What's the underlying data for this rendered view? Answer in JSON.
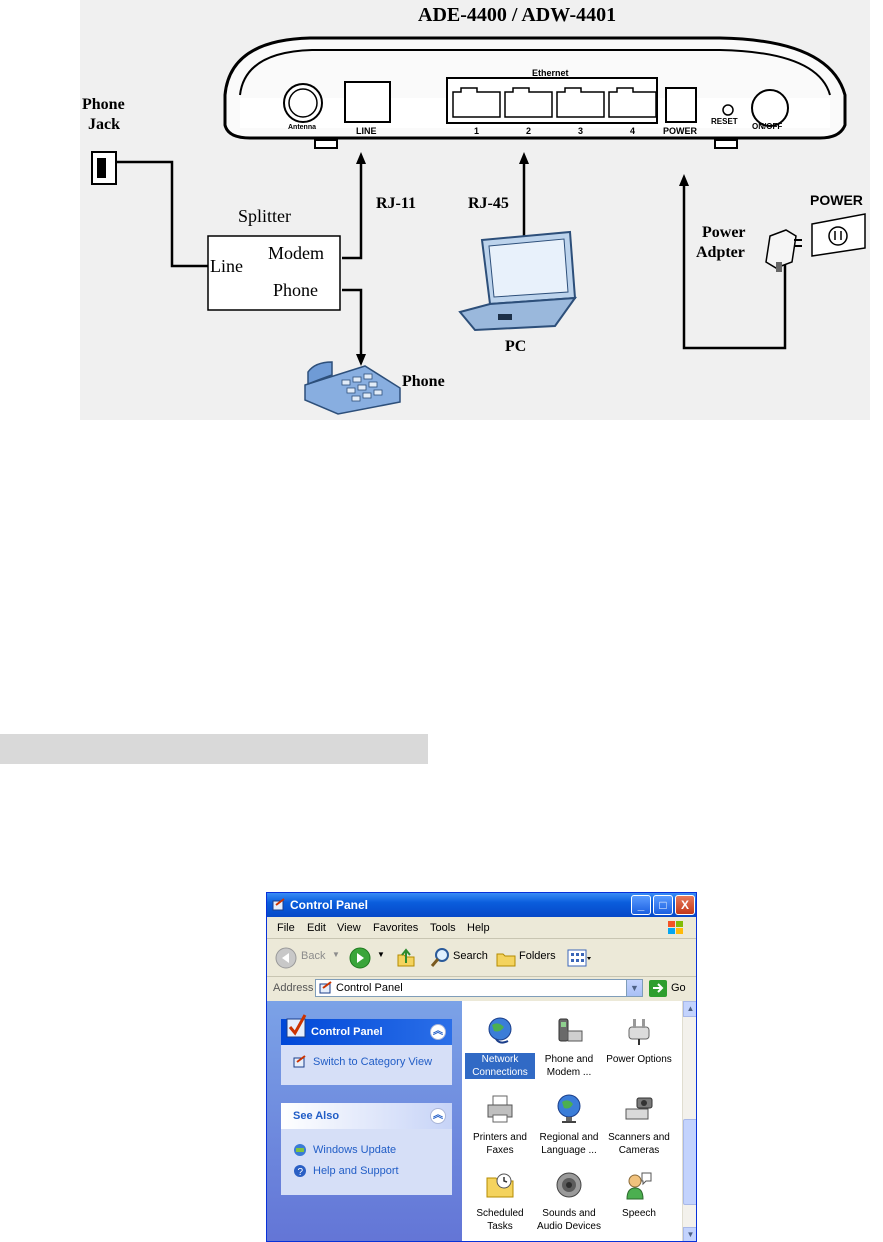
{
  "diagram": {
    "title": "ADE-4400 / ADW-4401",
    "ports": {
      "antenna": "Antenna",
      "line": "LINE",
      "ethernet": "Ethernet",
      "eth_numbers": [
        "1",
        "2",
        "3",
        "4"
      ],
      "power": "POWER",
      "reset": "RESET",
      "onoff": "ON/OFF"
    },
    "phone_jack": "Phone\nJack",
    "phone_jack_line1": "Phone",
    "phone_jack_line2": "Jack",
    "splitter": "Splitter",
    "splitter_line": "Line",
    "splitter_modem": "Modem",
    "splitter_phone": "Phone",
    "rj11": "RJ-11",
    "rj45": "RJ-45",
    "pc": "PC",
    "phone": "Phone",
    "power_adapter_line1": "Power",
    "power_adapter_line2": "Adpter",
    "outlet": "POWER"
  },
  "window": {
    "title": "Control Panel",
    "controls": [
      "_",
      "□",
      "X"
    ],
    "menu": [
      "File",
      "Edit",
      "View",
      "Favorites",
      "Tools",
      "Help"
    ],
    "toolbar": {
      "back": "Back",
      "search": "Search",
      "folders": "Folders"
    },
    "address": {
      "label": "Address",
      "value": "Control Panel",
      "go": "Go"
    },
    "left_pane": {
      "control_panel_header": "Control Panel",
      "switch_view": "Switch to Category View",
      "see_also_header": "See Also",
      "see_also_items": [
        "Windows Update",
        "Help and Support"
      ]
    },
    "items": [
      {
        "label": "Network Connections",
        "icon": "network-connections-icon",
        "selected": true
      },
      {
        "label": "Phone and Modem ...",
        "icon": "phone-modem-icon",
        "selected": false
      },
      {
        "label": "Power Options",
        "icon": "power-options-icon",
        "selected": false
      },
      {
        "label": "Printers and Faxes",
        "icon": "printer-icon",
        "selected": false
      },
      {
        "label": "Regional and Language ...",
        "icon": "globe-icon",
        "selected": false
      },
      {
        "label": "Scanners and Cameras",
        "icon": "scanner-icon",
        "selected": false
      },
      {
        "label": "Scheduled Tasks",
        "icon": "scheduled-tasks-icon",
        "selected": false
      },
      {
        "label": "Sounds and Audio Devices",
        "icon": "speaker-icon",
        "selected": false
      },
      {
        "label": "Speech",
        "icon": "speech-icon",
        "selected": false
      }
    ]
  },
  "colors": {
    "xp_title": "#0a5ddc",
    "link": "#215dc6",
    "selection": "#316ac5",
    "diagram_bg": "#f0f0f0"
  }
}
